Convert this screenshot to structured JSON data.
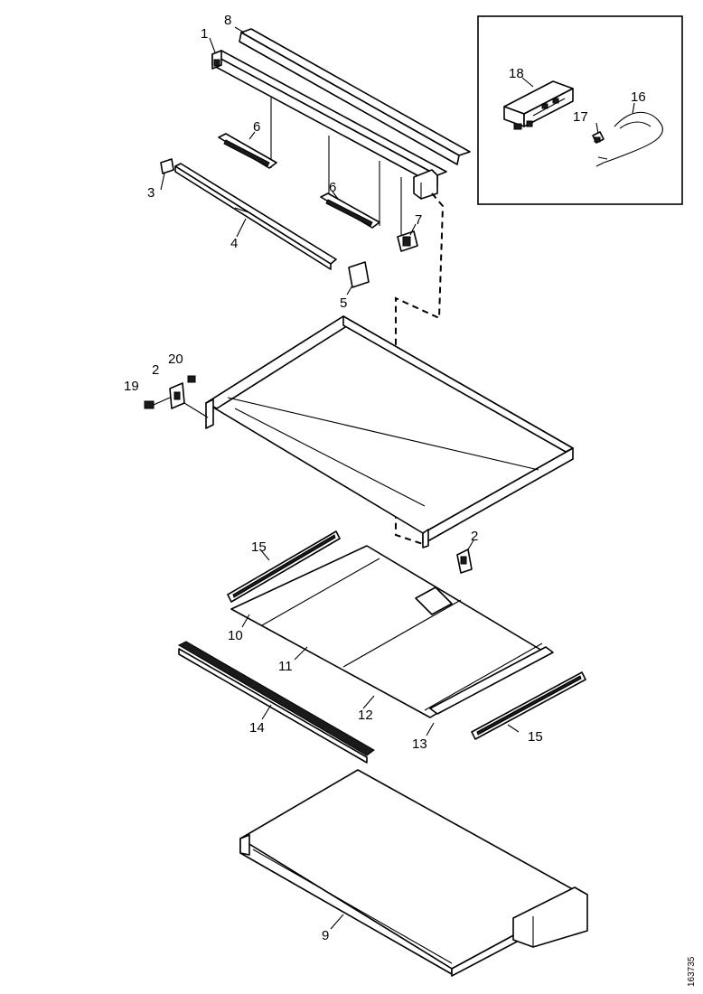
{
  "figure_id": "163735",
  "callouts": {
    "c1": "1",
    "c2a": "2",
    "c2b": "2",
    "c3": "3",
    "c4": "4",
    "c5": "5",
    "c6a": "6",
    "c6b": "6",
    "c7": "7",
    "c8": "8",
    "c9": "9",
    "c10": "10",
    "c11": "11",
    "c12": "12",
    "c13": "13",
    "c14": "14",
    "c15a": "15",
    "c15b": "15",
    "c16": "16",
    "c17": "17",
    "c18": "18",
    "c19": "19",
    "c20": "20"
  }
}
